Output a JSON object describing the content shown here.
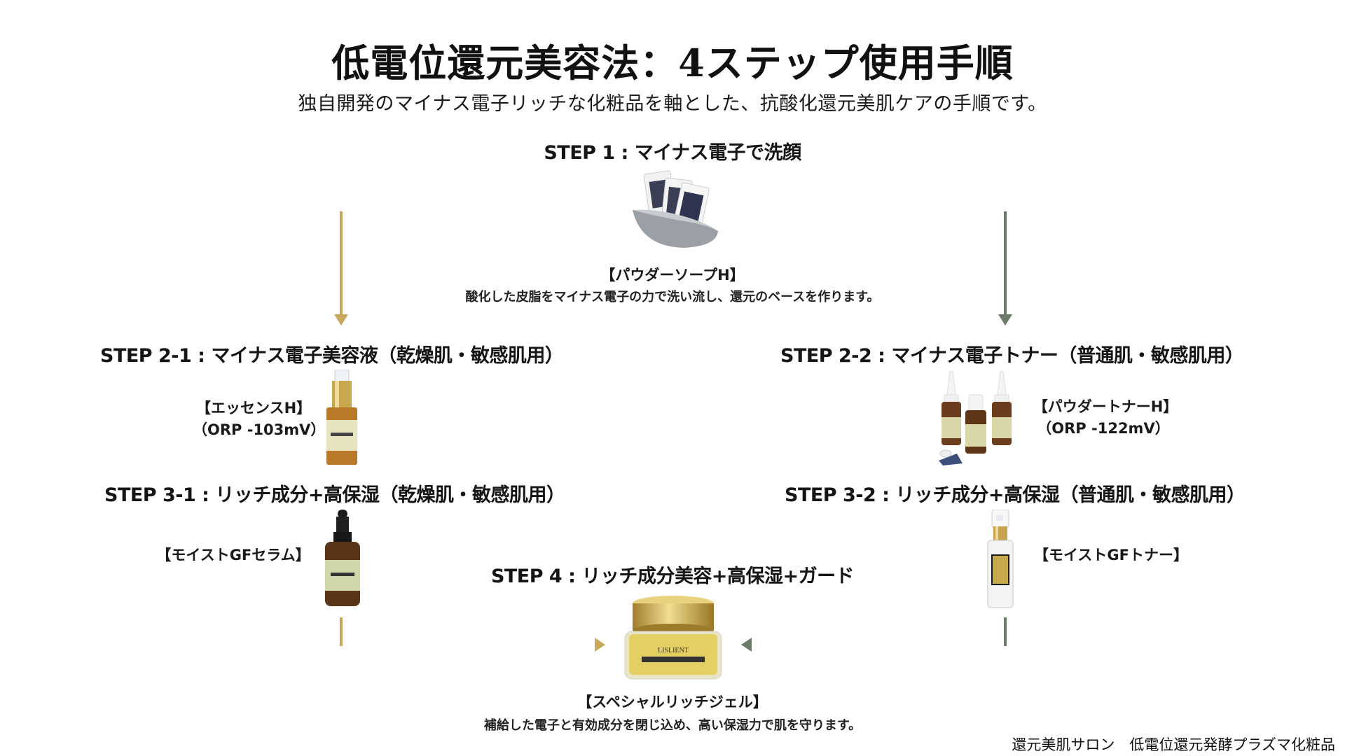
{
  "header": {
    "title": "低電位還元美容法：4ステップ使用手順",
    "subtitle": "独自開発のマイナス電子リッチな化粧品を軸とした、抗酸化還元美肌ケアの手順です。"
  },
  "colors": {
    "gold": "#c8a85a",
    "green": "#6b7c68",
    "text": "#151515"
  },
  "steps": {
    "step1": {
      "title": "STEP 1 : マイナス電子で洗顔",
      "product": "【パウダーソープH】",
      "description": "酸化した皮脂をマイナス電子の力で洗い流し、還元のベースを作ります。",
      "icon": "soap-packets-in-dish-icon"
    },
    "step2_1": {
      "title": "STEP 2-1 : マイナス電子美容液（乾燥肌・敏感肌用）",
      "product": "【エッセンスH】",
      "orp": "（ORP -103mV）",
      "icon": "essence-bottle-icon"
    },
    "step2_2": {
      "title": "STEP 2-2 : マイナス電子トナー（普通肌・敏感肌用）",
      "product": "【パウダートナーH】",
      "orp": "（ORP -122mV）",
      "icon": "toner-bottles-icon"
    },
    "step3_1": {
      "title": "STEP 3-1 : リッチ成分+高保湿（乾燥肌・敏感肌用）",
      "product": "【モイストGFセラム】",
      "icon": "dropper-bottle-icon"
    },
    "step3_2": {
      "title": "STEP 3-2 : リッチ成分+高保湿（普通肌・敏感肌用）",
      "product": "【モイストGFトナー】",
      "icon": "spray-bottle-icon"
    },
    "step4": {
      "title": "STEP 4 : リッチ成分美容+高保湿+ガード",
      "product": "【スペシャルリッチジェル】",
      "description": "補給した電子と有効成分を閉じ込め、高い保湿力で肌を守ります。",
      "icon": "gel-jar-icon",
      "jar_label": "LISLIENT"
    }
  },
  "footer": {
    "text": "還元美肌サロン　低電位還元発酵プラズマ化粧品"
  }
}
